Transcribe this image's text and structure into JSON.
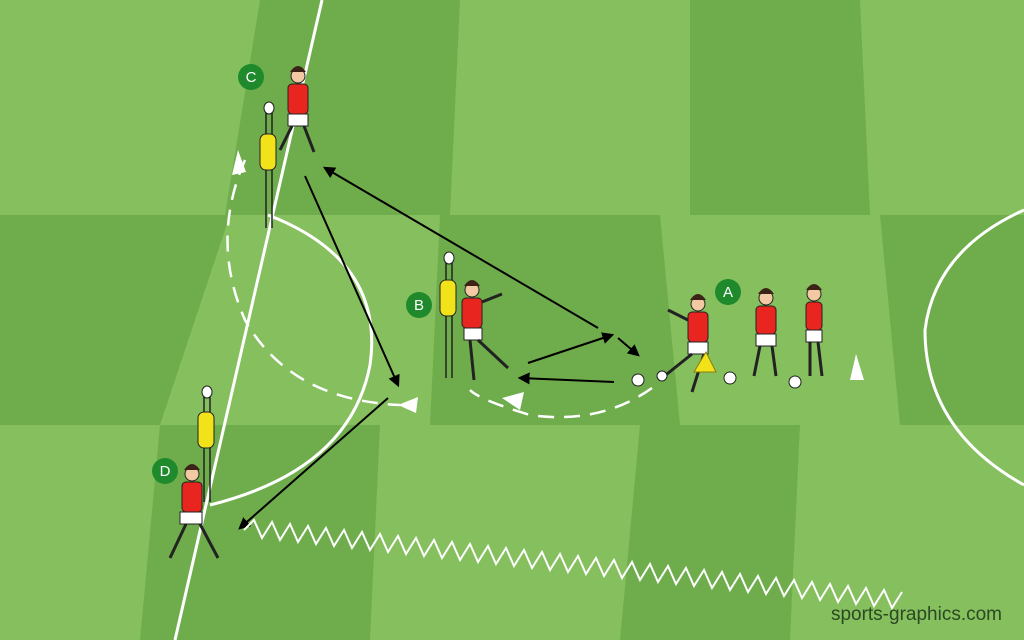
{
  "colors": {
    "grass_dark": "#6fad4c",
    "grass_light": "#86bf5e",
    "line": "#ffffff",
    "jersey": "#e8251f",
    "mannequin": "#f2e21a",
    "cone": "#f2e21a",
    "badge": "#1f8a2c",
    "arrow": "#000000",
    "watermark": "#2b4a22"
  },
  "players": [
    {
      "label": "A",
      "role": "passer",
      "has_ball": true
    },
    {
      "label": "B",
      "role": "wall-passer",
      "has_ball": false
    },
    {
      "label": "C",
      "role": "layoff",
      "has_ball": false
    },
    {
      "label": "D",
      "role": "receiver",
      "has_ball": false
    }
  ],
  "queue_players": 2,
  "mannequins": 3,
  "balls": 4,
  "cones": 1,
  "arrow_types": [
    "pass",
    "run",
    "dribble"
  ],
  "watermark": "sports-graphics.com"
}
